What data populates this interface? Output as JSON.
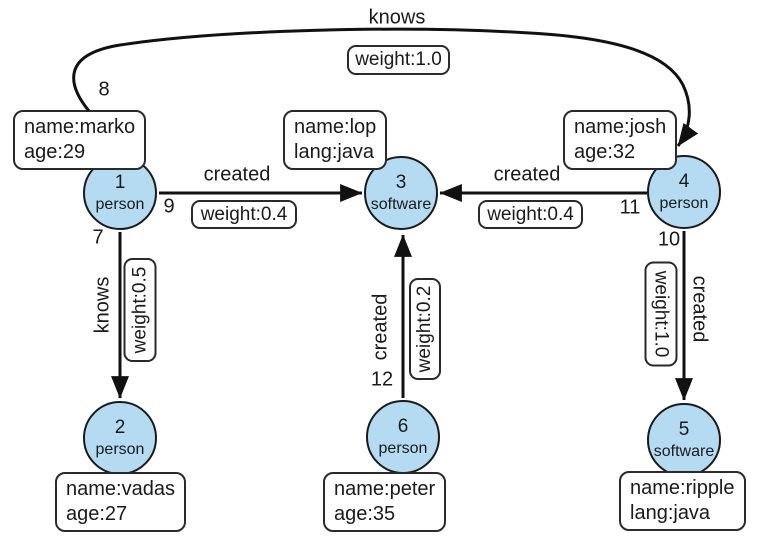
{
  "colors": {
    "node_fill": "#b5dbf2",
    "node_border": "#1a1a1a",
    "edge": "#111111",
    "box_border": "#2a2a2a",
    "background": "#ffffff",
    "text": "#1a1a1a"
  },
  "graph": {
    "nodes": [
      {
        "id": "1",
        "label": "person",
        "properties": {
          "line1": "name:marko",
          "line2": "age:29"
        }
      },
      {
        "id": "2",
        "label": "person",
        "properties": {
          "line1": "name:vadas",
          "line2": "age:27"
        }
      },
      {
        "id": "3",
        "label": "software",
        "properties": {
          "line1": "name:lop",
          "line2": "lang:java"
        }
      },
      {
        "id": "4",
        "label": "person",
        "properties": {
          "line1": "name:josh",
          "line2": "age:32"
        }
      },
      {
        "id": "5",
        "label": "software",
        "properties": {
          "line1": "name:ripple",
          "line2": "lang:java"
        }
      },
      {
        "id": "6",
        "label": "person",
        "properties": {
          "line1": "name:peter",
          "line2": "age:35"
        }
      }
    ],
    "edges": [
      {
        "id": "7",
        "label": "knows",
        "weight": "weight:0.5",
        "from": "1",
        "to": "2"
      },
      {
        "id": "8",
        "label": "knows",
        "weight": "weight:1.0",
        "from": "1",
        "to": "4"
      },
      {
        "id": "9",
        "label": "created",
        "weight": "weight:0.4",
        "from": "1",
        "to": "3"
      },
      {
        "id": "10",
        "label": "created",
        "weight": "weight:1.0",
        "from": "4",
        "to": "5"
      },
      {
        "id": "11",
        "label": "created",
        "weight": "weight:0.4",
        "from": "4",
        "to": "3"
      },
      {
        "id": "12",
        "label": "created",
        "weight": "weight:0.2",
        "from": "6",
        "to": "3"
      }
    ]
  }
}
